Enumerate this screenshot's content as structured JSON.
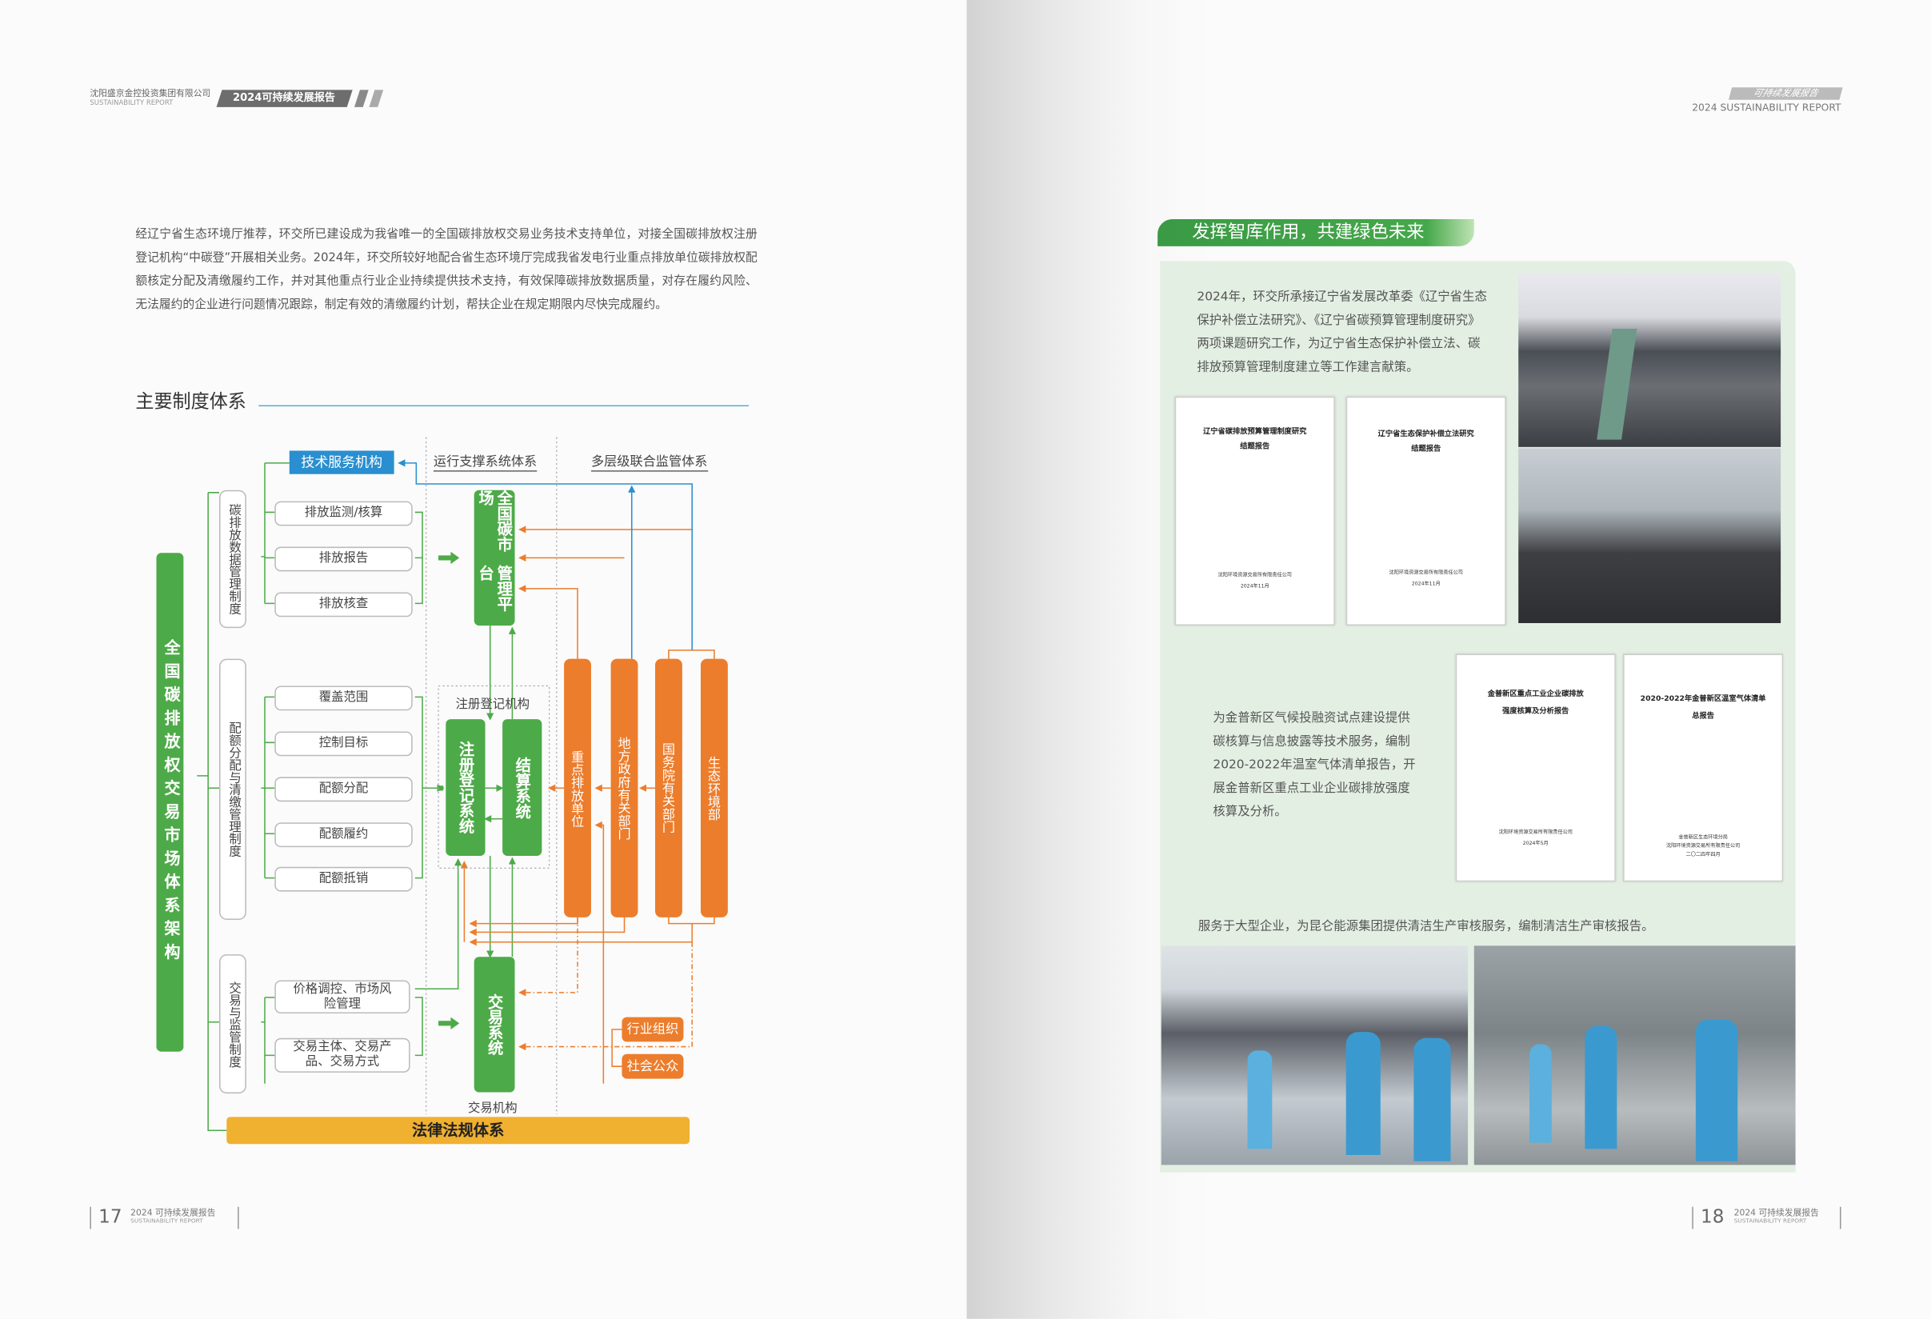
{
  "left_page": {
    "header": {
      "company": "沈阳盛京金控投资集团有限公司",
      "company_en": "SUSTAINABILITY REPORT",
      "badge": "2024可持续发展报告"
    },
    "paragraph": "经辽宁省生态环境厅推荐，环交所已建设成为我省唯一的全国碳排放权交易业务技术支持单位，对接全国碳排放权注册登记机构“中碳登”开展相关业务。2024年，环交所较好地配合省生态环境厅完成我省发电行业重点排放单位碳排放权配额核定分配及清缴履约工作，并对其他重点行业企业持续提供技术支持，有效保障碳排放数据质量，对存在履约风险、无法履约的企业进行问题情况跟踪，制定有效的清缴履约计划，帮扶企业在规定期限内尽快完成履约。",
    "section_title": "主要制度体系",
    "diagram": {
      "root": "全国碳排放权交易市场体系架构",
      "tech_service": "技术服务机构",
      "header_ops": "运行支撑系统体系",
      "header_supervision": "多层级联合监管体系",
      "categories": [
        {
          "label": "碳排放数据管理制度",
          "items": [
            "排放监测/核算",
            "排放报告",
            "排放核查"
          ]
        },
        {
          "label": "配额分配与清缴管理制度",
          "items": [
            "覆盖范围",
            "控制目标",
            "配额分配",
            "配额履约",
            "配额抵销"
          ]
        },
        {
          "label": "交易与监管制度",
          "items": [
            "价格调控、市场风险管理",
            "交易主体、交易产品、交易方式"
          ]
        }
      ],
      "platform": [
        "全国碳市场",
        "管理平台"
      ],
      "registry_org": "注册登记机构",
      "registry_system": "注册登记系统",
      "settlement_system": "结算系统",
      "trading_system": "交易系统",
      "trading_org": "交易机构",
      "regulators": [
        "重点排放单位",
        "地方政府有关部门",
        "国务院有关部门",
        "生态环境部"
      ],
      "industry_org": "行业组织",
      "public": "社会公众",
      "law": "法律法规体系"
    },
    "footer": {
      "page": "17",
      "title": "2024 可持续发展报告",
      "subtitle": "SUSTAINABILITY REPORT"
    }
  },
  "right_page": {
    "header": {
      "badge": "可持续发展报告",
      "subtitle": "2024 SUSTAINABILITY REPORT"
    },
    "section_title": "发挥智库作用，共建绿色未来",
    "text1": "2024年，环交所承接辽宁省发展改革委《辽宁省生态保护补偿立法研究》、《辽宁省碳预算管理制度研究》两项课题研究工作，为辽宁省生态保护补偿立法、碳排放预算管理制度建立等工作建言献策。",
    "text2": "为金普新区气候投融资试点建设提供碳核算与信息披露等技术服务，编制2020-2022年温室气体清单报告，开展金普新区重点工业企业碳排放强度核算及分析。",
    "text3": "服务于大型企业，为昆仑能源集团提供清洁生产审核服务，编制清洁生产审核报告。",
    "documents": [
      {
        "title": [
          "辽宁省碳排放预算管理制度研究",
          "结题报告"
        ],
        "footer": [
          "沈阳环境资源交易所有限责任公司",
          "2024年11月"
        ]
      },
      {
        "title": [
          "辽宁省生态保护补偿立法研究",
          "结题报告"
        ],
        "footer": [
          "沈阳环境资源交易所有限责任公司",
          "2024年11月"
        ]
      },
      {
        "title": [
          "金普新区重点工业企业碳排放",
          "强度核算及分析报告"
        ],
        "footer": [
          "沈阳环境资源交易所有限责任公司",
          "2024年5月"
        ]
      },
      {
        "title": [
          "2020-2022年金普新区温室气体清单",
          "总报告"
        ],
        "footer": [
          "金普新区生态环境分局",
          "沈阳环境资源交易所有限责任公司",
          "二〇二四年四月"
        ]
      }
    ],
    "footer": {
      "page": "18",
      "title": "2024 可持续发展报告",
      "subtitle": "SUSTAINABILITY REPORT"
    }
  },
  "colors": {
    "green": "#4daa48",
    "orange": "#ec7d2c",
    "blue": "#2a8fd0",
    "yellow": "#f0b030",
    "panel": "#e3efe3"
  }
}
